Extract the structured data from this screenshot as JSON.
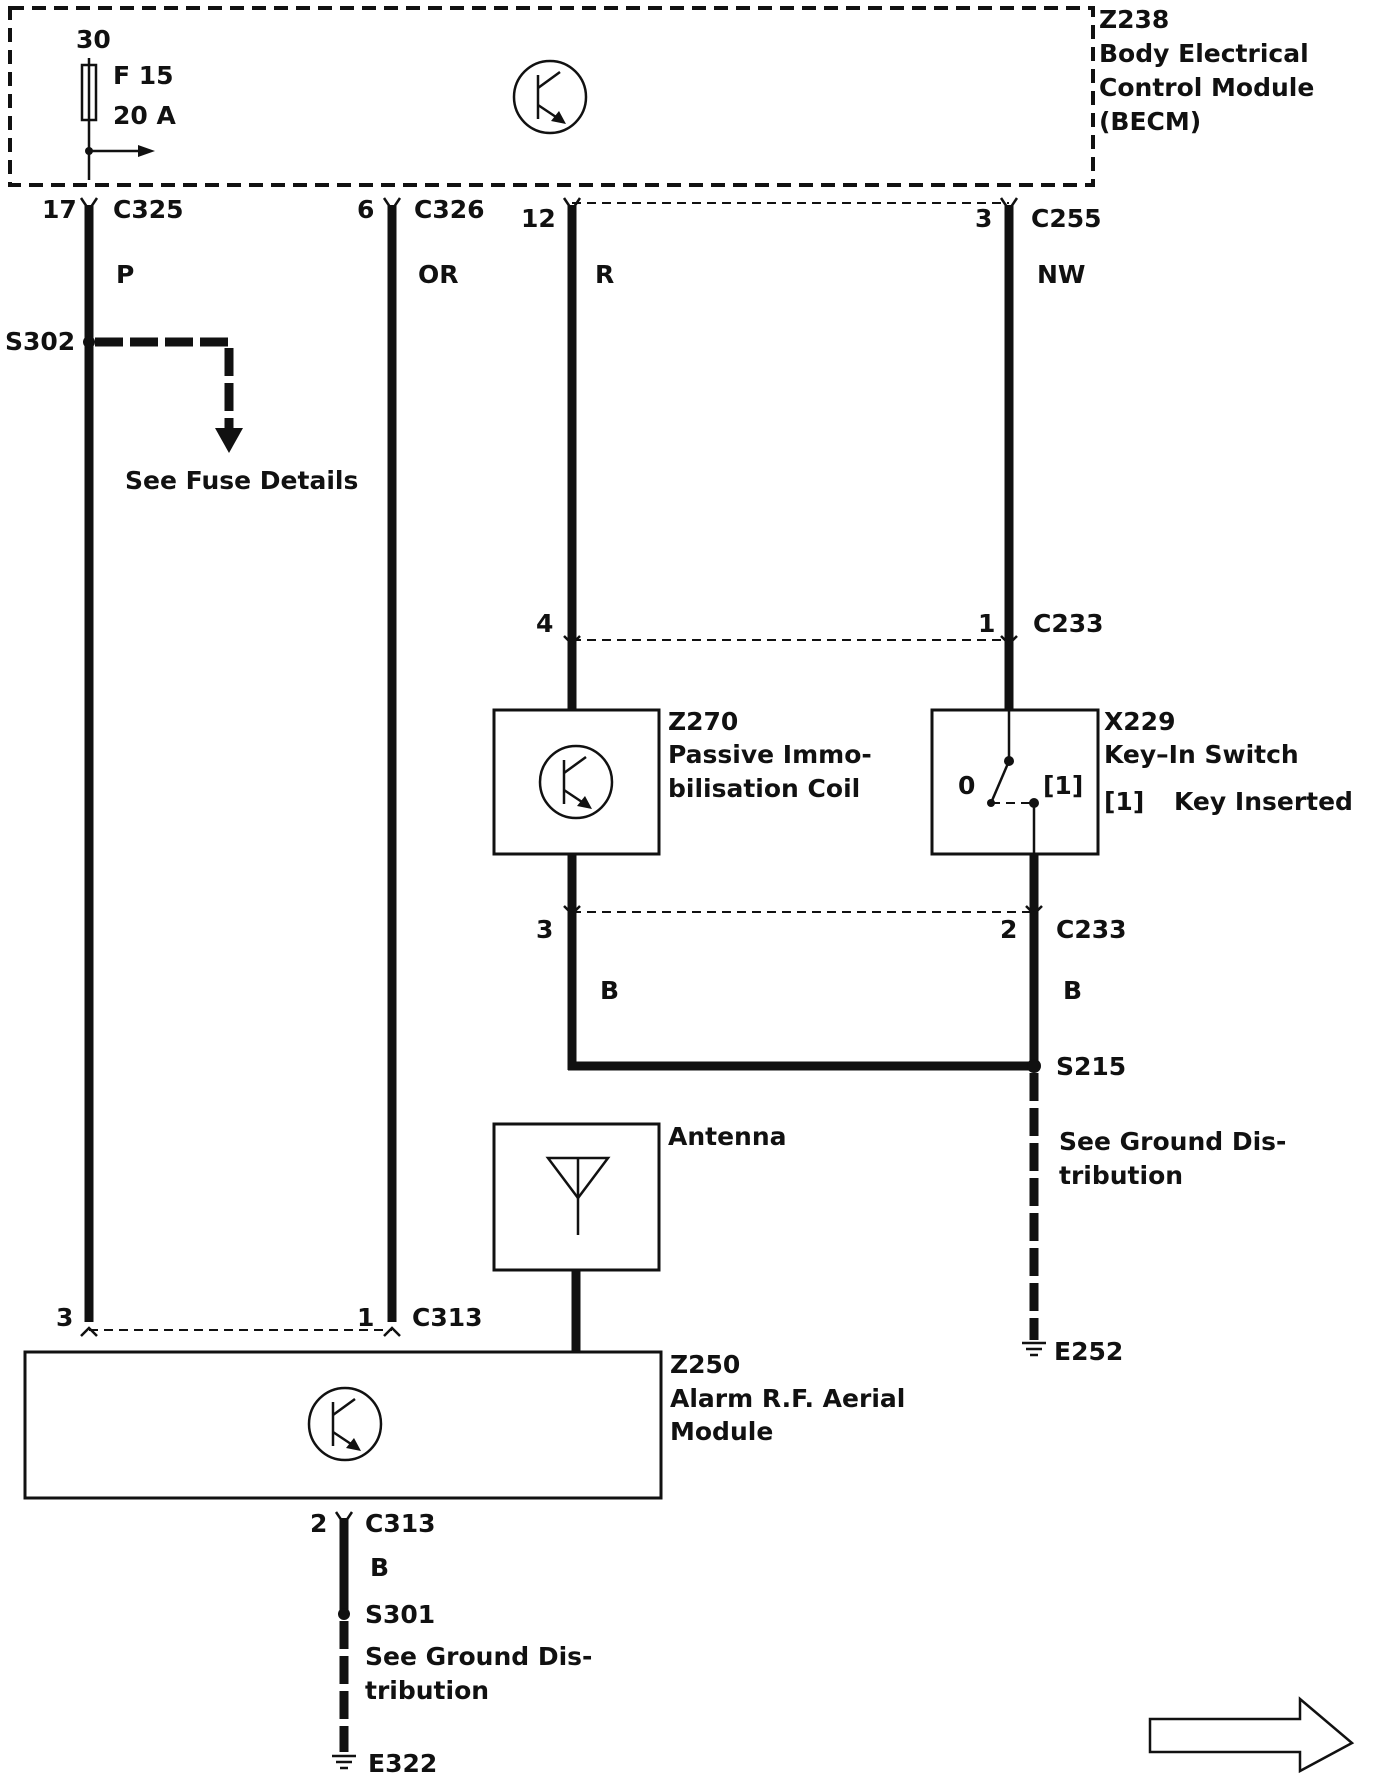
{
  "becm": {
    "id": "Z238",
    "name_line1": "Body Electrical",
    "name_line2": "Control Module",
    "name_line3": "(BECM)",
    "fuse_circuit": "30",
    "fuse_id": "F 15",
    "fuse_rating": "20 A"
  },
  "becm_pins": [
    {
      "pin": "17",
      "connector": "C325",
      "color": "P"
    },
    {
      "pin": "6",
      "connector": "C326",
      "color": "OR"
    },
    {
      "pin": "12",
      "color": "R"
    },
    {
      "pin": "3",
      "connector": "C255",
      "color": "NW"
    }
  ],
  "splice_s302": {
    "id": "S302",
    "note": "See Fuse Details"
  },
  "c233_top": {
    "pin_left": "4",
    "pin_right": "1",
    "connector": "C233"
  },
  "immobilisation_coil": {
    "id": "Z270",
    "name_line1": "Passive Immo-",
    "name_line2": "bilisation Coil"
  },
  "key_in_switch": {
    "id": "X229",
    "name": "Key–In Switch",
    "pos_off": "0",
    "pos_on": "[1]",
    "legend_key": "[1]",
    "legend_text": "Key Inserted"
  },
  "c233_bottom": {
    "pin_left": "3",
    "pin_right": "2",
    "connector": "C233",
    "color_left": "B",
    "color_right": "B"
  },
  "splice_s215": {
    "id": "S215",
    "note_line1": "See Ground Dis-",
    "note_line2": "tribution",
    "ground": "E252"
  },
  "antenna": {
    "label": "Antenna"
  },
  "c313_top": {
    "pin_left": "3",
    "pin_right": "1",
    "connector": "C313"
  },
  "alarm_module": {
    "id": "Z250",
    "name_line1": "Alarm R.F. Aerial",
    "name_line2": "Module"
  },
  "c313_bottom": {
    "pin": "2",
    "connector": "C313",
    "color": "B"
  },
  "splice_s301": {
    "id": "S301",
    "note_line1": "See Ground Dis-",
    "note_line2": "tribution",
    "ground": "E322"
  }
}
